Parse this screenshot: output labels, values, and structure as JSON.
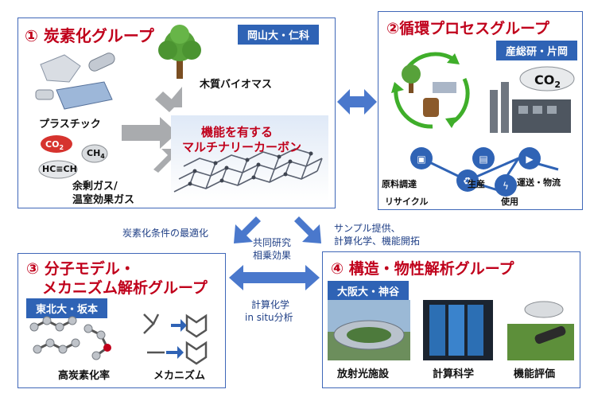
{
  "group1": {
    "title": "① 炭素化グループ",
    "affiliation": "岡山大・仁科",
    "wood_label": "木質バイオマス",
    "plastic_label": "プラスチック",
    "gas_label_1": "余剰ガス/",
    "gas_label_2": "温室効果ガス",
    "co2": "CO",
    "co2_sub": "2",
    "ch4": "CH",
    "ch4_sub": "4",
    "hcch": "HC≡CH",
    "product_line1": "機能を有する",
    "product_line2": "マルチナリーカーボン"
  },
  "group2": {
    "title": "②循環プロセスグループ",
    "affiliation": "産総研・片岡",
    "co2": "CO",
    "co2_sub": "2",
    "cycle_labels": [
      "原料調達",
      "生産",
      "運送・物流",
      "リサイクル",
      "使用"
    ]
  },
  "group3": {
    "title_line1": "③ 分子モデル・",
    "title_line2": "メカニズム解析グループ",
    "affiliation": "東北大・坂本",
    "label_left": "高炭素化率",
    "label_right": "メカニズム"
  },
  "group4": {
    "title": "④ 構造・物性解析グループ",
    "affiliation": "大阪大・神谷",
    "labels": [
      "放射光施設",
      "計算科学",
      "機能評価"
    ]
  },
  "connectors": {
    "left_note": "炭素化条件の最適化",
    "right_note_1": "サンプル提供、",
    "right_note_2": "計算化学、機能開拓",
    "center_1": "共同研究",
    "center_2": "相乗効果",
    "bottom_1": "計算化学",
    "bottom_2": "in situ分析"
  },
  "colors": {
    "border": "#3f67b8",
    "title_red": "#c0001b",
    "badge_blue": "#2f63b5",
    "arrow_blue": "#4a78cc",
    "cycle_green": "#3fae2a"
  }
}
